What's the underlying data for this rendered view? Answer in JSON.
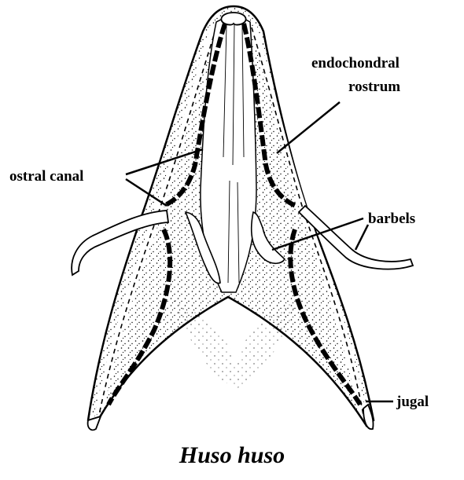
{
  "labels": {
    "endochondral_rostrum": [
      "endochondral",
      "rostrum"
    ],
    "ostral_canal": "ostral canal",
    "barbels": "barbels",
    "jugal": "jugal"
  },
  "caption": "Huso huso",
  "colors": {
    "ink": "#000000",
    "paper": "#ffffff"
  }
}
